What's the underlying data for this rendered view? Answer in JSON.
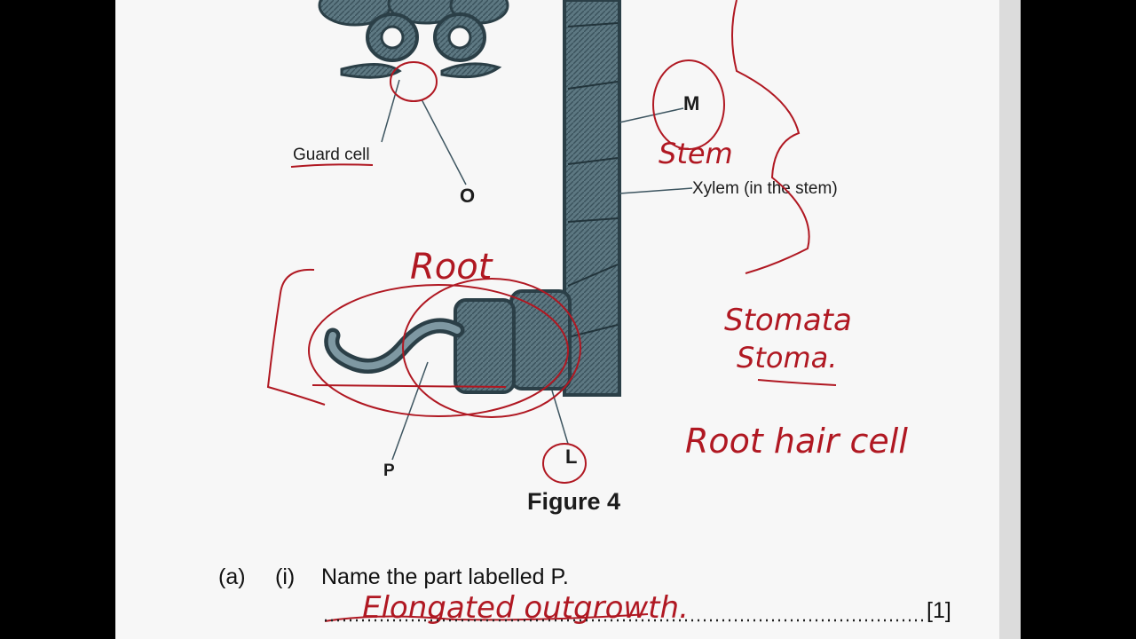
{
  "figure": {
    "caption": "Figure 4",
    "labels": {
      "guard_cell": "Guard cell",
      "O": "O",
      "M": "M",
      "xylem": "Xylem (in the stem)",
      "P": "P",
      "L": "L"
    }
  },
  "handwritten": {
    "stem": "Stem",
    "root": "Root",
    "stomata": "Stomata",
    "stoma": "Stoma.",
    "root_hair_cell": "Root hair cell",
    "answer_p": "Elongated outgrowth."
  },
  "question": {
    "part": "(a)",
    "sub": "(i)",
    "text": "Name the part labelled P.",
    "marks": "[1]"
  },
  "colors": {
    "ink": "#b01822",
    "print": "#1c1c1c",
    "cells": "#4a6470"
  }
}
